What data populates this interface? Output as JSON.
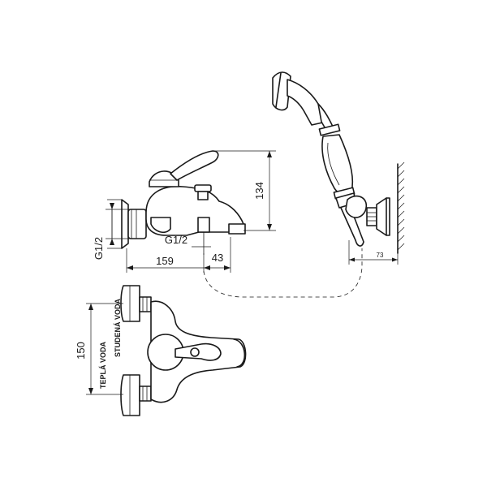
{
  "dimensions": {
    "height_134": "134",
    "width_159": "159",
    "offset_43": "43",
    "thread_g12_a": "G1/2",
    "thread_g12_b": "G1/2",
    "bracket_73": "73",
    "spacing_150": "150"
  },
  "labels": {
    "cold_water": "STUDENÁ VODA",
    "warm_water": "TEPLÁ VODA"
  },
  "colors": {
    "line": "#1a1a1a",
    "background": "#ffffff"
  }
}
